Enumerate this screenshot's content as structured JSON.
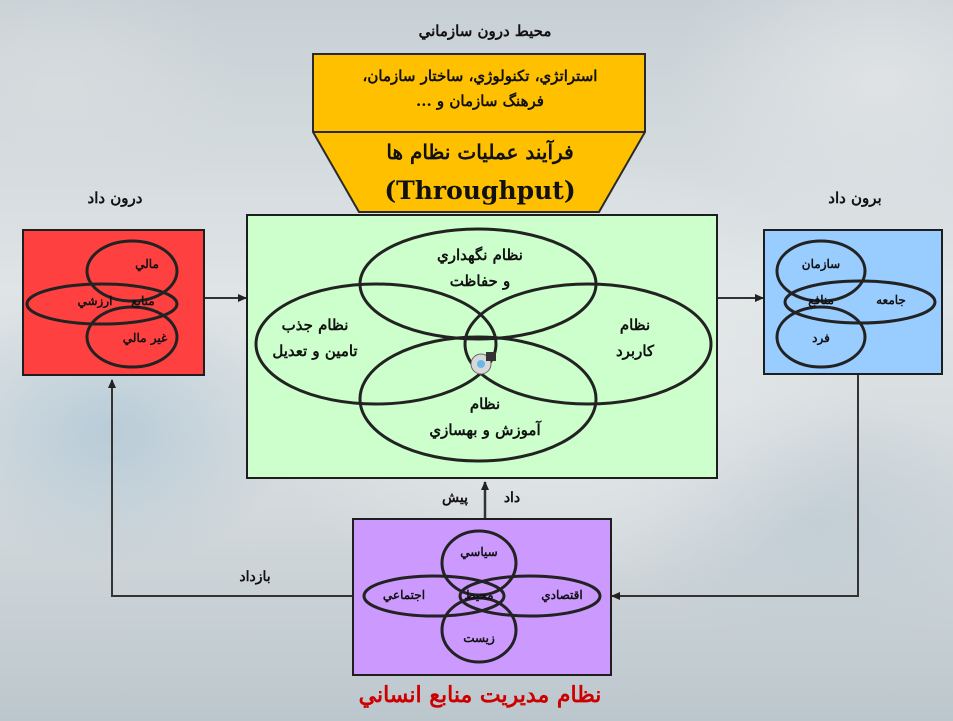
{
  "labels": {
    "internal_environment": "محيط درون سازماني",
    "input": "درون داد",
    "output": "برون داد",
    "feedforward": "پيش داد",
    "feedback": "بازداد",
    "footer_title": "نظام مديريت منابع انساني"
  },
  "internal_box": {
    "line1": "استراتژي، تكنولوژي، ساختار سازمان،",
    "line2": "فرهنگ سازمان و ..."
  },
  "throughput": {
    "line1": "فرآيند عمليات نظام ها",
    "line2": "(Throughput)"
  },
  "input_box": {
    "top": "مالي",
    "left": "ارزشي",
    "center": "منابع",
    "bottom": "غير مالي"
  },
  "output_box": {
    "top": "سازمان",
    "center": "منافع",
    "right": "جامعه",
    "bottom": "فرد"
  },
  "process": {
    "top_line1": "نظام نگهداري",
    "top_line2": "و حفاظت",
    "left_line1": "نظام جذب",
    "left_line2": "تامين و تعديل",
    "right_line1": "نظام",
    "right_line2": "كاربرد",
    "bottom_line1": "نظام",
    "bottom_line2": "آموزش و بهسازي"
  },
  "environment_box": {
    "top": "سياسي",
    "left": "اجتماعي",
    "center": "محيط",
    "right": "اقتصادي",
    "bottom": "زيست"
  },
  "colors": {
    "yellow": "#ffc000",
    "green": "#ccffcc",
    "red": "#ff4040",
    "blue": "#99ccff",
    "purple": "#cc99ff",
    "title_red": "#cc0000"
  }
}
